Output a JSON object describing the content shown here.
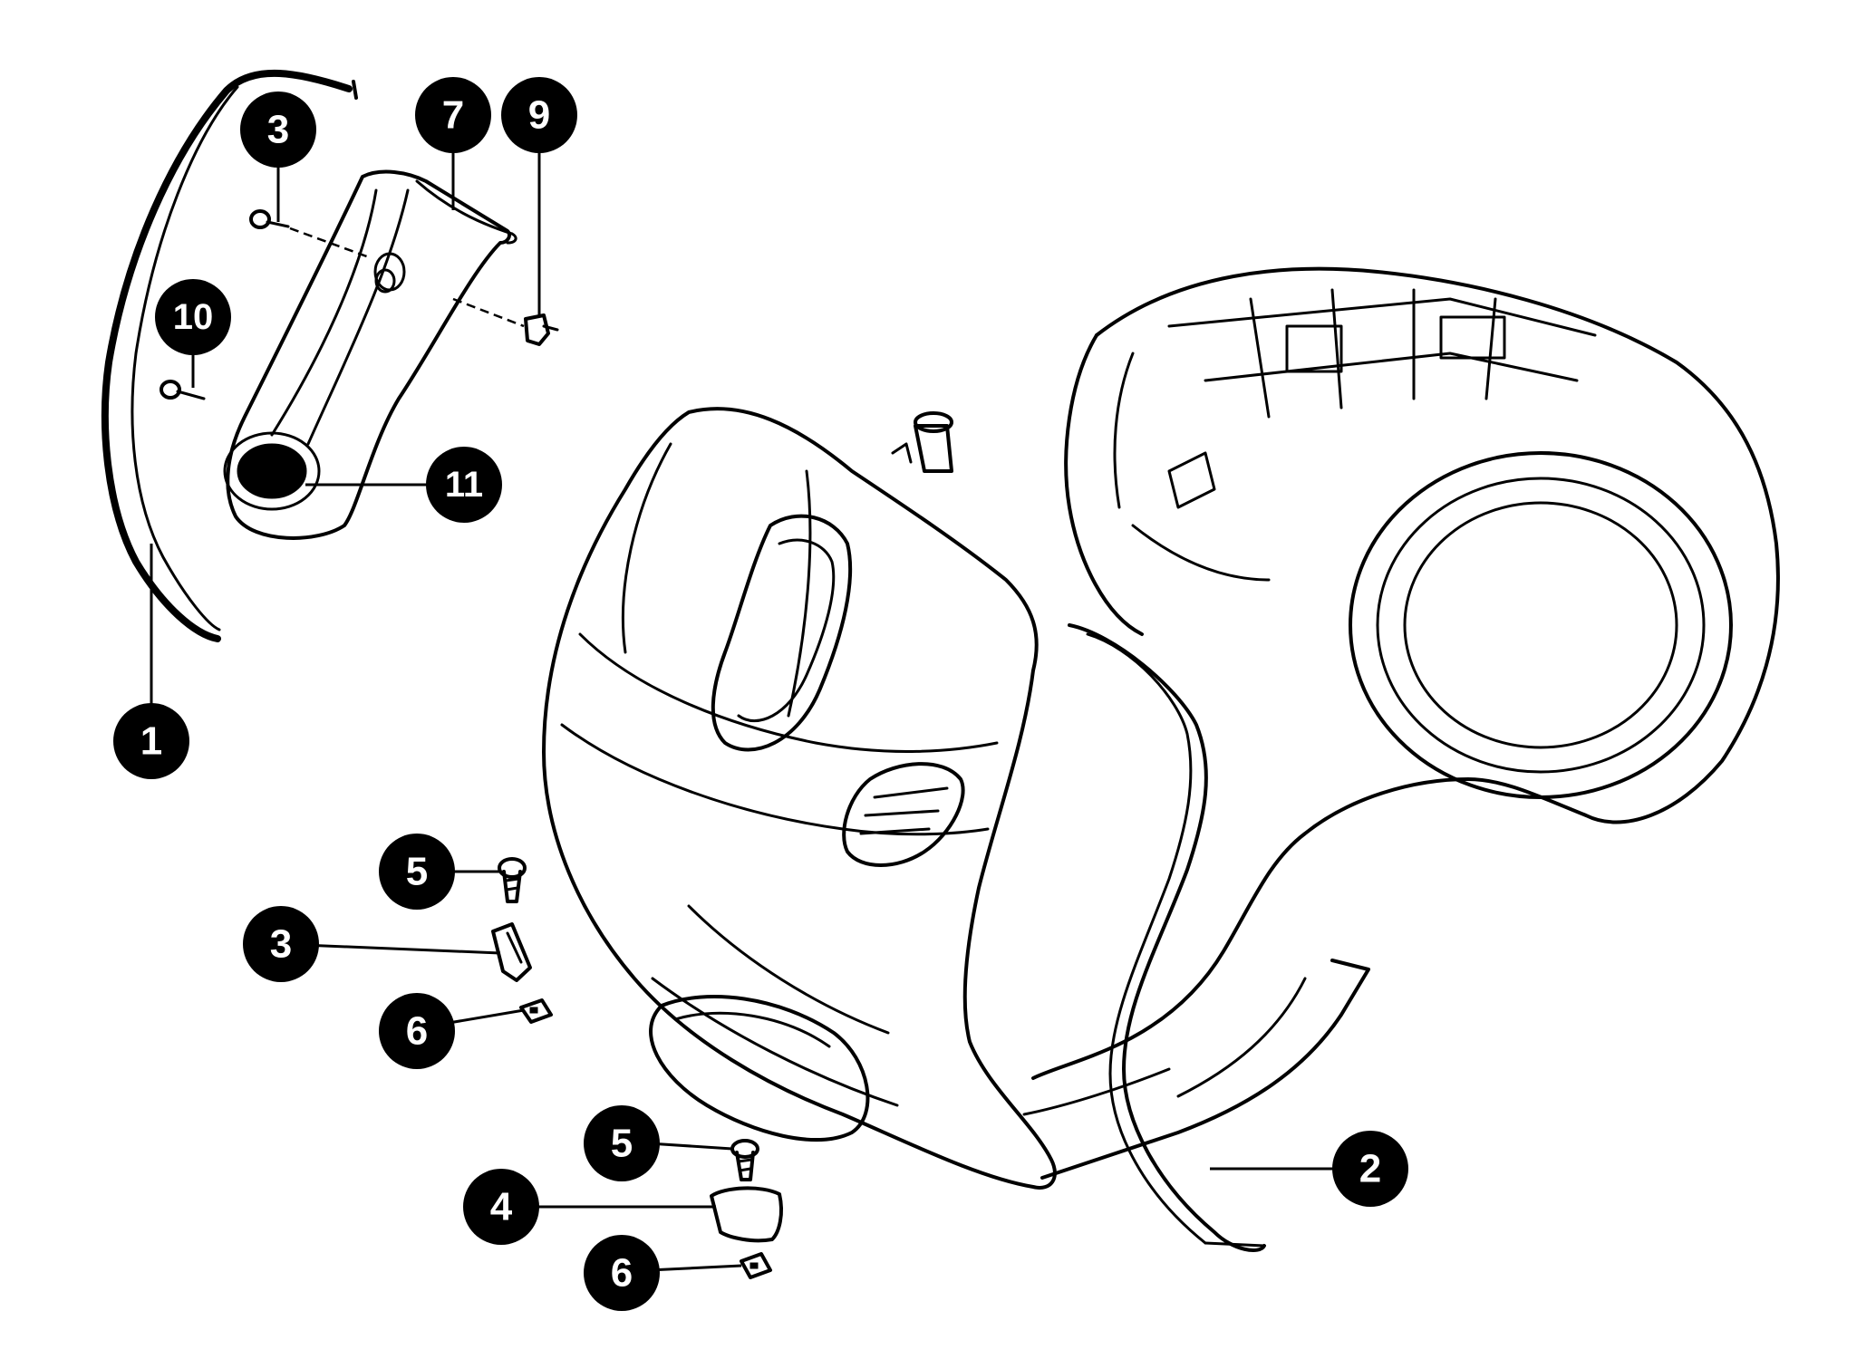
{
  "callouts": [
    {
      "id": "callout-1",
      "label": "1"
    },
    {
      "id": "callout-2",
      "label": "2"
    },
    {
      "id": "callout-3-top",
      "label": "3"
    },
    {
      "id": "callout-3-mid",
      "label": "3"
    },
    {
      "id": "callout-4",
      "label": "4"
    },
    {
      "id": "callout-5-upper",
      "label": "5"
    },
    {
      "id": "callout-5-lower",
      "label": "5"
    },
    {
      "id": "callout-6-upper",
      "label": "6"
    },
    {
      "id": "callout-6-lower",
      "label": "6"
    },
    {
      "id": "callout-7",
      "label": "7"
    },
    {
      "id": "callout-9",
      "label": "9"
    },
    {
      "id": "callout-10",
      "label": "10"
    },
    {
      "id": "callout-11",
      "label": "11"
    }
  ],
  "colors": {
    "line": "#000000",
    "background": "#ffffff",
    "callout_fill": "#000000",
    "callout_text": "#ffffff"
  }
}
